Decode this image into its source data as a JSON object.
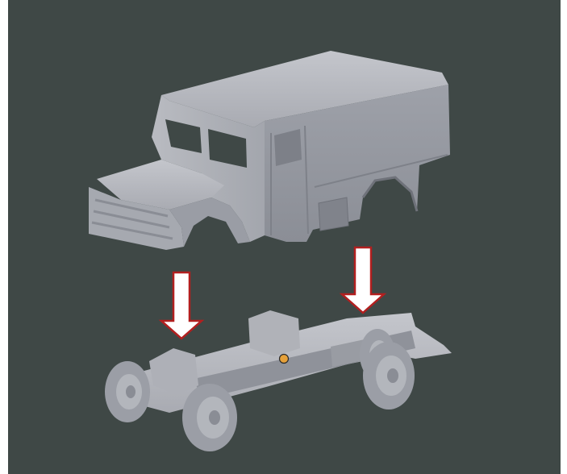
{
  "viewport": {
    "background": "#3f4846",
    "model_color": "#a4a7ae",
    "arrow_fill": "#ffffff",
    "arrow_stroke": "#b21f1f",
    "origin_marker_color": "#e6a13a"
  },
  "scene": {
    "objects": [
      "truck-body",
      "truck-chassis"
    ],
    "arrows": 2,
    "icons": [
      "origin-marker-icon",
      "down-arrow-icon",
      "down-arrow-icon"
    ]
  }
}
